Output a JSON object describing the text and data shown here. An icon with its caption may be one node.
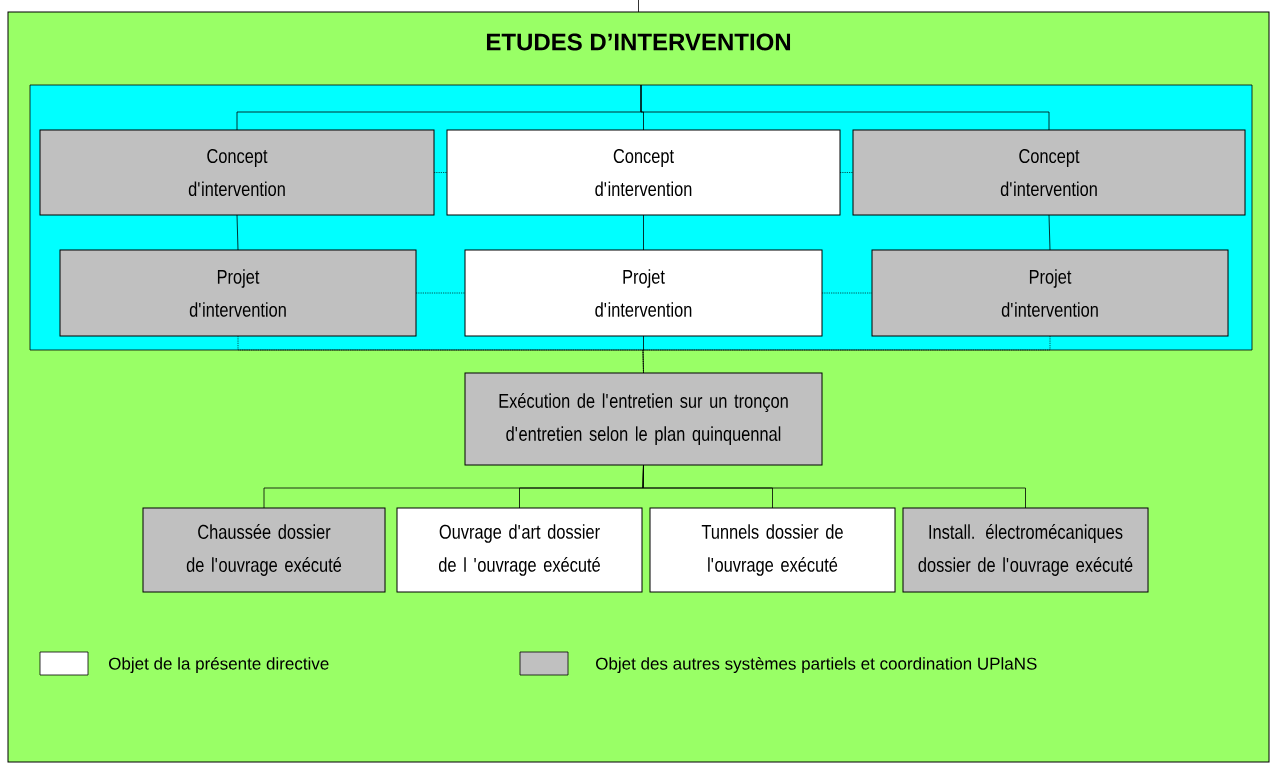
{
  "diagram": {
    "nodes": [
      {
        "text": [
          "ETUDES D’INTERVENTION"
        ]
      },
      {
        "text": [],
        "shape": "box",
        "in": 0
      },
      {
        "text": [
          "Concept d'intervention"
        ],
        "in": 1
      },
      {
        "text": [
          "Concept d'intervention"
        ],
        "in": 1
      },
      {
        "text": [
          "Concept d'intervention"
        ],
        "in": 1
      },
      {
        "text": [
          "Projet d'intervention"
        ],
        "in": 1
      },
      {
        "text": [
          "Projet d'intervention"
        ],
        "in": 1
      },
      {
        "text": [
          "Projet d'intervention"
        ],
        "in": 1
      },
      {
        "text": [
          "Exécution de l'entretien sur un tronçon d'entretien selon le plan quinquennal"
        ],
        "in": 0
      },
      {
        "text": [
          "Chaussée dossier de l'ouvrage exécuté"
        ],
        "in": 0
      },
      {
        "text": [
          "Ouvrage d'art dossier de l 'ouvrage exécuté"
        ],
        "in": 0
      },
      {
        "text": [
          "Tunnels dossier de l'ouvrage exécuté"
        ],
        "in": 0
      },
      {
        "text": [
          "Install. électromécaniques dossier de l'ouvrage exécuté"
        ],
        "in": 0
      }
    ],
    "edges": [
      {
        "from": null,
        "to": 0,
        "arrow": "none"
      },
      {
        "from": 1,
        "to": 2,
        "arrow": "none"
      },
      {
        "from": 1,
        "to": 3,
        "arrow": "none"
      },
      {
        "from": 1,
        "to": 4,
        "arrow": "none"
      },
      {
        "from": 2,
        "to": 3,
        "arrow": "none",
        "style": "dashed"
      },
      {
        "from": 3,
        "to": 4,
        "arrow": "none",
        "style": "dashed"
      },
      {
        "from": 2,
        "to": 5,
        "arrow": "none"
      },
      {
        "from": 3,
        "to": 6,
        "arrow": "none"
      },
      {
        "from": 4,
        "to": 7,
        "arrow": "none"
      },
      {
        "from": 5,
        "to": 6,
        "arrow": "none",
        "style": "dashed"
      },
      {
        "from": 6,
        "to": 7,
        "arrow": "none",
        "style": "dashed"
      },
      {
        "from": 5,
        "to": 8,
        "arrow": "none",
        "style": "dashed"
      },
      {
        "from": 6,
        "to": 8,
        "arrow": "none"
      },
      {
        "from": 7,
        "to": 8,
        "arrow": "none",
        "style": "dashed"
      },
      {
        "from": 8,
        "to": 9,
        "arrow": "none"
      },
      {
        "from": 8,
        "to": 10,
        "arrow": "none"
      },
      {
        "from": 8,
        "to": 11,
        "arrow": "none"
      },
      {
        "from": 8,
        "to": 12,
        "arrow": "none"
      }
    ],
    "legend": [
      {
        "text": "Objet de la présente directive",
        "color": "#ffffff"
      },
      {
        "text": "Objet des autres systèmes partiels et coordination UPlaNS",
        "color": "#c0c0c0"
      }
    ]
  }
}
